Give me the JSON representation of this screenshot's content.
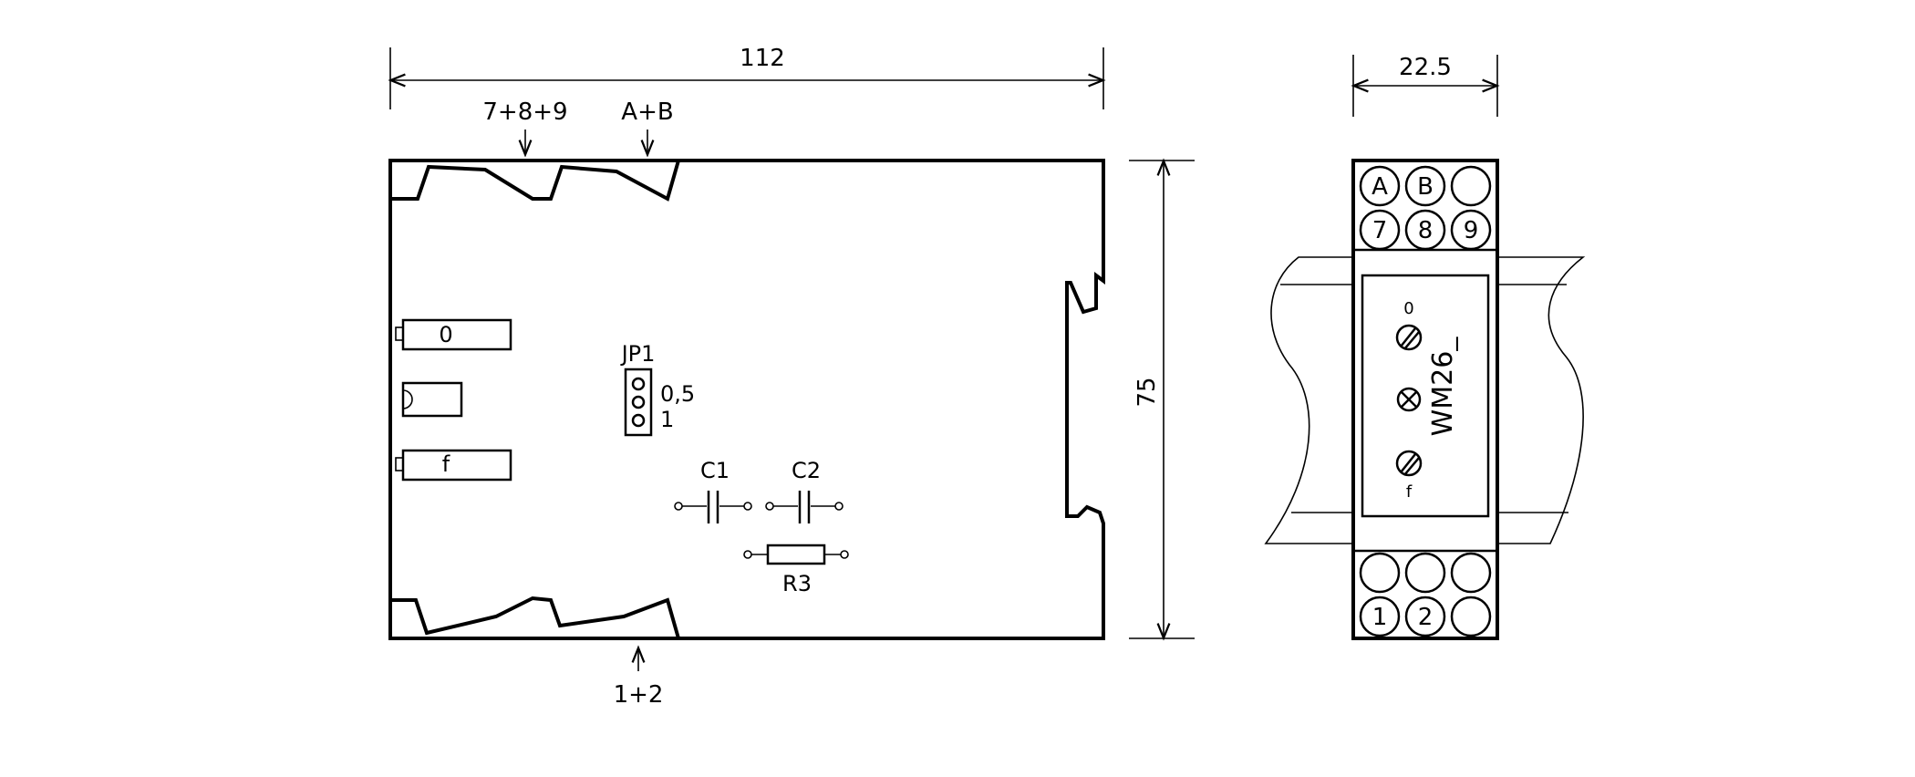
{
  "dimensions": {
    "width": "112",
    "height": "75",
    "side_width": "22.5"
  },
  "callouts": {
    "top_left": "7+8+9",
    "top_right": "A+B",
    "bottom": "1+2"
  },
  "controls": {
    "zero_label": "0",
    "span_label": "f"
  },
  "jumper": {
    "name": "JP1",
    "opt_a": "0,5",
    "opt_b": "1"
  },
  "components": {
    "c1": "C1",
    "c2": "C2",
    "r3": "R3"
  },
  "side_view": {
    "terminals_top_row1": [
      "A",
      "B",
      ""
    ],
    "terminals_top_row2": [
      "7",
      "8",
      "9"
    ],
    "terminals_bottom_row1": [
      "",
      "",
      ""
    ],
    "terminals_bottom_row2": [
      "1",
      "2",
      ""
    ],
    "model": "WM26_",
    "zero_label": "0",
    "span_label": "f"
  }
}
